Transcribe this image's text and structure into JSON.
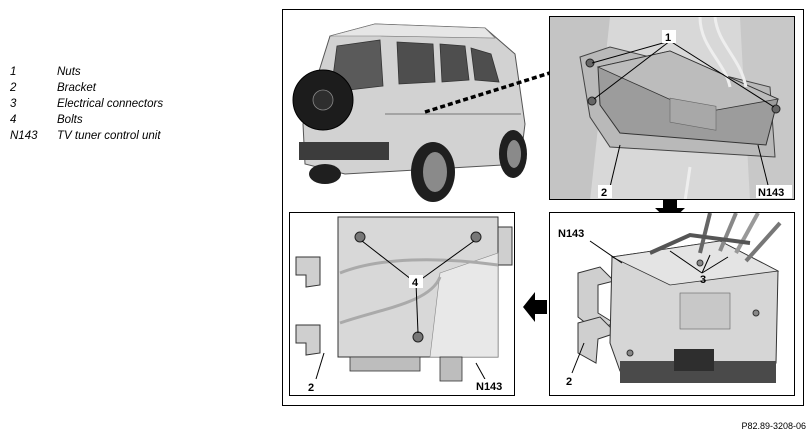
{
  "legend": [
    {
      "key": "1",
      "label": "Nuts"
    },
    {
      "key": "2",
      "label": "Bracket"
    },
    {
      "key": "3",
      "label": "Electrical connectors"
    },
    {
      "key": "4",
      "label": "Bolts"
    },
    {
      "key": "N143",
      "label": "TV tuner control unit"
    }
  ],
  "callouts": {
    "top_nuts": "1",
    "top_bracket": "2",
    "top_unit": "N143",
    "right_unit": "N143",
    "right_connectors": "3",
    "right_bracket": "2",
    "left_bolts": "4",
    "left_bracket": "2",
    "left_unit": "N143"
  },
  "reference_code": "P82.89-3208-06"
}
